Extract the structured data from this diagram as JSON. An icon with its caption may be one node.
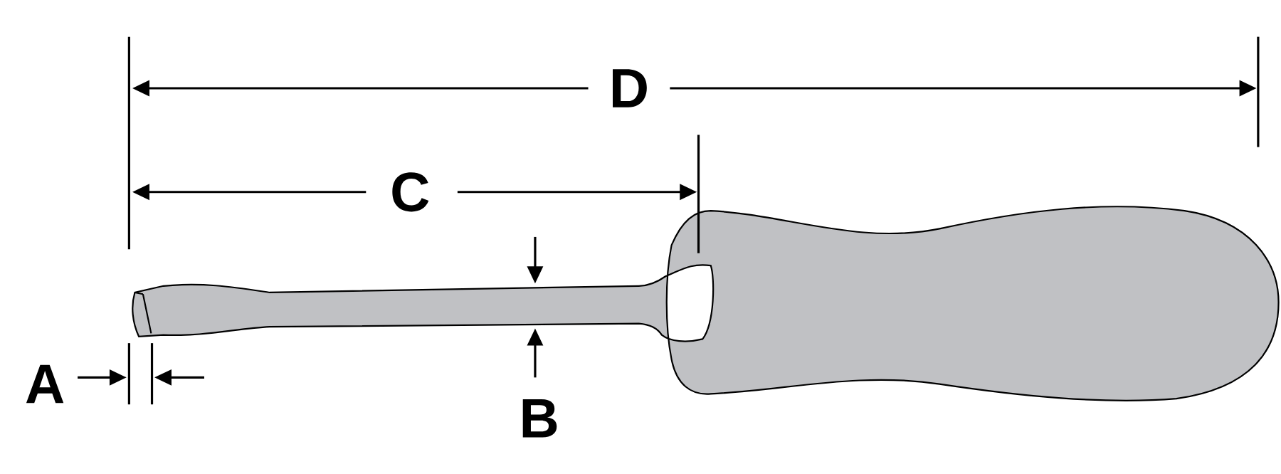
{
  "diagram": {
    "labels": [
      "D",
      "C",
      "A",
      "B"
    ]
  }
}
